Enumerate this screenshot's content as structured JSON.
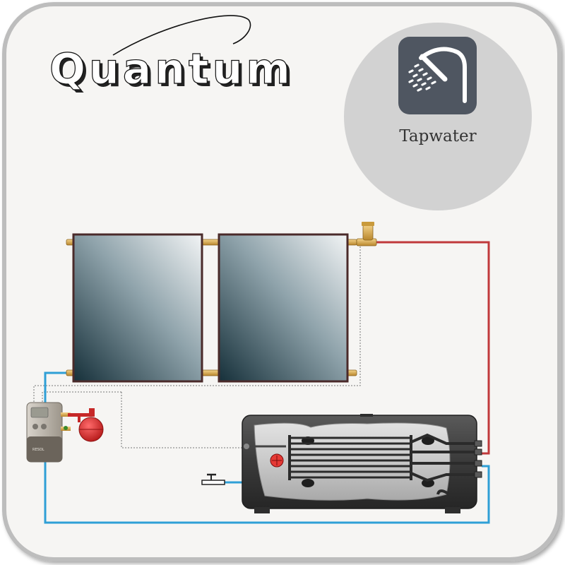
{
  "brand": {
    "name": "Quantum"
  },
  "mode_badge": {
    "label": "Tapwater",
    "icon": "shower-icon"
  },
  "controller": {
    "badge": "RESOL"
  },
  "colors": {
    "hot_pipe": "#c0393b",
    "cold_pipe": "#2f9fd6",
    "panel_frame": "#4a2a2a",
    "circle_bg": "#d2d2d2",
    "icon_tile": "#4f5661"
  }
}
